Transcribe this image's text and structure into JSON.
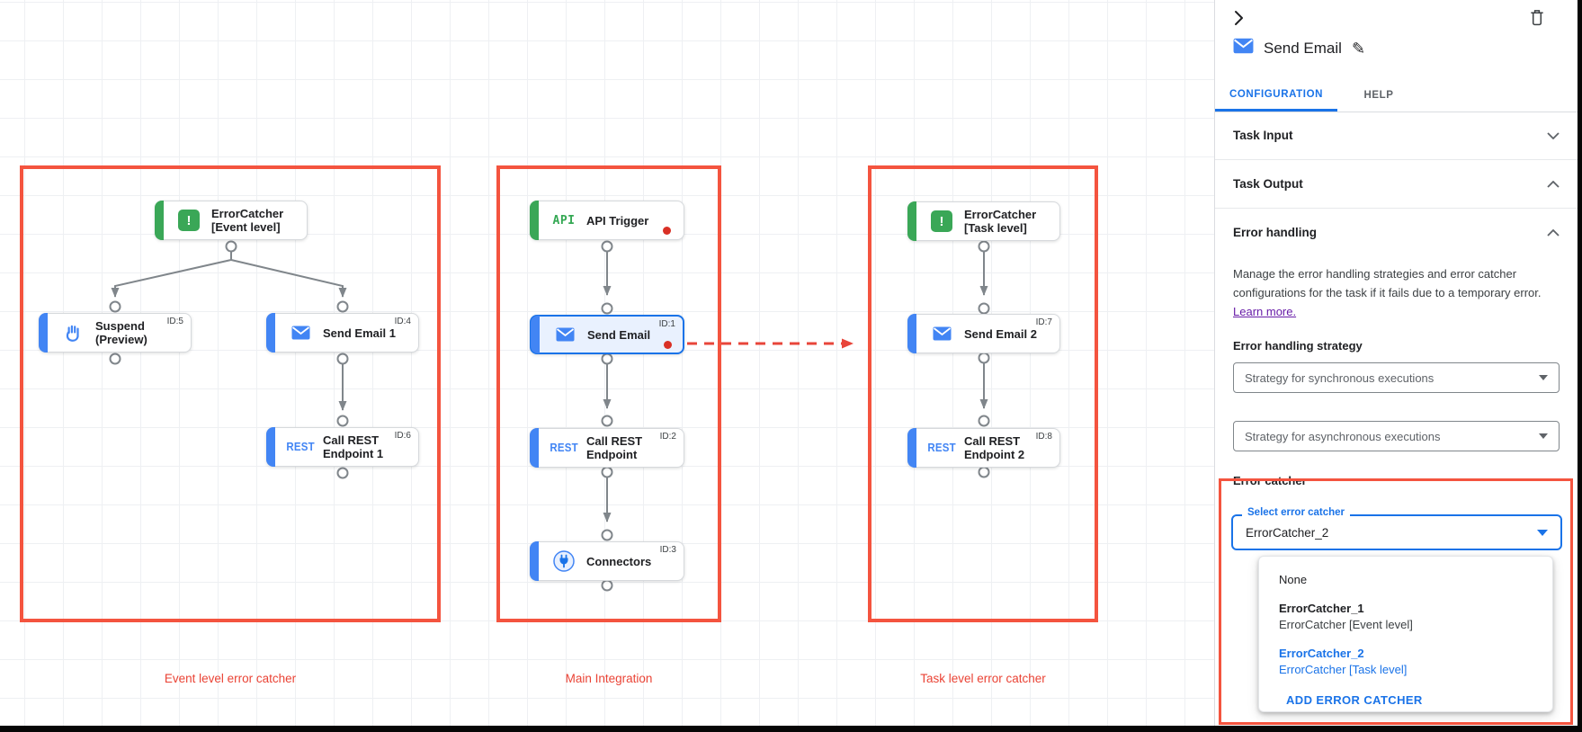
{
  "canvas": {
    "groups": [
      {
        "label": "Event level error catcher"
      },
      {
        "label": "Main Integration"
      },
      {
        "label": "Task level error catcher"
      }
    ],
    "icons": {
      "api": "API",
      "rest": "REST",
      "error": "!"
    },
    "nodes": {
      "ec_event": {
        "line1": "ErrorCatcher",
        "line2": "[Event level]"
      },
      "suspend": {
        "line1": "Suspend",
        "line2": "(Preview)",
        "id": "ID:5"
      },
      "send_email_1": {
        "line1": "Send Email 1",
        "id": "ID:4"
      },
      "call_rest_1": {
        "line1": "Call REST",
        "line2": "Endpoint 1",
        "id": "ID:6"
      },
      "api_trigger": {
        "line1": "API Trigger"
      },
      "send_email": {
        "line1": "Send Email",
        "id": "ID:1"
      },
      "call_rest": {
        "line1": "Call REST",
        "line2": "Endpoint",
        "id": "ID:2"
      },
      "connectors": {
        "line1": "Connectors",
        "id": "ID:3"
      },
      "ec_task": {
        "line1": "ErrorCatcher",
        "line2": "[Task level]"
      },
      "send_email_2": {
        "line1": "Send Email 2",
        "id": "ID:7"
      },
      "call_rest_2": {
        "line1": "Call REST",
        "line2": "Endpoint 2",
        "id": "ID:8"
      }
    }
  },
  "panel": {
    "title": "Send Email",
    "tabs": {
      "configuration": "CONFIGURATION",
      "help": "HELP"
    },
    "sections": {
      "task_input": "Task Input",
      "task_output": "Task Output",
      "error_handling": "Error handling"
    },
    "error_handling": {
      "description": "Manage the error handling strategies and error catcher configurations for the task if it fails due to a temporary error.",
      "learn_more": "Learn more.",
      "strategy_label": "Error handling strategy",
      "sync_placeholder": "Strategy for synchronous executions",
      "async_placeholder": "Strategy for asynchronous executions",
      "error_catcher_label": "Error catcher",
      "select_label": "Select error catcher",
      "select_value": "ErrorCatcher_2",
      "menu": {
        "none": "None",
        "ec1_name": "ErrorCatcher_1",
        "ec1_desc": "ErrorCatcher [Event level]",
        "ec2_name": "ErrorCatcher_2",
        "ec2_desc": "ErrorCatcher [Task level]",
        "add": "ADD ERROR CATCHER"
      }
    }
  },
  "colors": {
    "annotation_red": "#f4543f",
    "accent_blue": "#1a73e8",
    "node_blue": "#4285f4",
    "trigger_green": "#3aa757",
    "link_purple": "#681da8",
    "error_dot_red": "#d93025"
  }
}
